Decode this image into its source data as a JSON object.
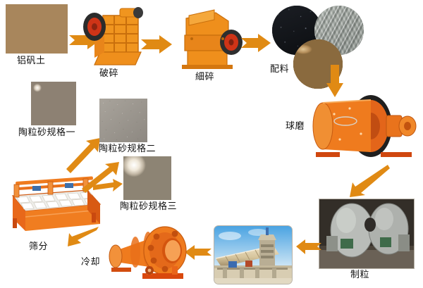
{
  "diagram": {
    "title": "Ceramsite sand (proppant) production flow",
    "background_color": "#ffffff",
    "arrow_color": "#e08a14",
    "label_color": "#111111"
  },
  "stages": [
    {
      "id": "raw-material",
      "label": "铝矾土",
      "kind": "material-photo",
      "media": "bauxite-ore-chunks"
    },
    {
      "id": "crushing",
      "label": "破碎",
      "kind": "machine",
      "media": "jaw-crusher"
    },
    {
      "id": "fine-crushing",
      "label": "細碎",
      "kind": "machine",
      "media": "hammer-crusher"
    },
    {
      "id": "batching",
      "label": "配料",
      "kind": "material-photo-group",
      "media": "three-round-material-samples"
    },
    {
      "id": "ball-milling",
      "label": "球磨",
      "kind": "machine",
      "media": "ball-mill"
    },
    {
      "id": "granulation",
      "label": "制粒",
      "kind": "machine-photo",
      "media": "granulator-pans"
    },
    {
      "id": "rotary-kiln",
      "label": "",
      "kind": "machine-photo",
      "media": "rotary-kiln-plant"
    },
    {
      "id": "cooling",
      "label": "冷却",
      "kind": "machine",
      "media": "rotary-cooler-drum"
    },
    {
      "id": "screening",
      "label": "筛分",
      "kind": "machine",
      "media": "vibrating-screen"
    },
    {
      "id": "product-spec-1",
      "label": "陶粒砂规格一",
      "kind": "product-photo",
      "media": "ceramsite-beads-coarse"
    },
    {
      "id": "product-spec-2",
      "label": "陶粒砂规格二",
      "kind": "product-photo",
      "media": "ceramsite-sand-fine"
    },
    {
      "id": "product-spec-3",
      "label": "陶粒砂规格三",
      "kind": "product-photo",
      "media": "ceramsite-balls-large"
    }
  ],
  "flow": [
    {
      "from": "raw-material",
      "to": "crushing",
      "direction": "right"
    },
    {
      "from": "crushing",
      "to": "fine-crushing",
      "direction": "right"
    },
    {
      "from": "fine-crushing",
      "to": "batching",
      "direction": "right"
    },
    {
      "from": "batching",
      "to": "ball-milling",
      "direction": "down"
    },
    {
      "from": "ball-milling",
      "to": "granulation",
      "direction": "down-left"
    },
    {
      "from": "granulation",
      "to": "rotary-kiln",
      "direction": "left"
    },
    {
      "from": "rotary-kiln",
      "to": "cooling",
      "direction": "left"
    },
    {
      "from": "cooling",
      "to": "screening",
      "direction": "left"
    },
    {
      "from": "screening",
      "to": "product-spec-1",
      "direction": "up-right"
    },
    {
      "from": "screening",
      "to": "product-spec-2",
      "direction": "up-right"
    },
    {
      "from": "screening",
      "to": "product-spec-3",
      "direction": "up-right"
    }
  ]
}
